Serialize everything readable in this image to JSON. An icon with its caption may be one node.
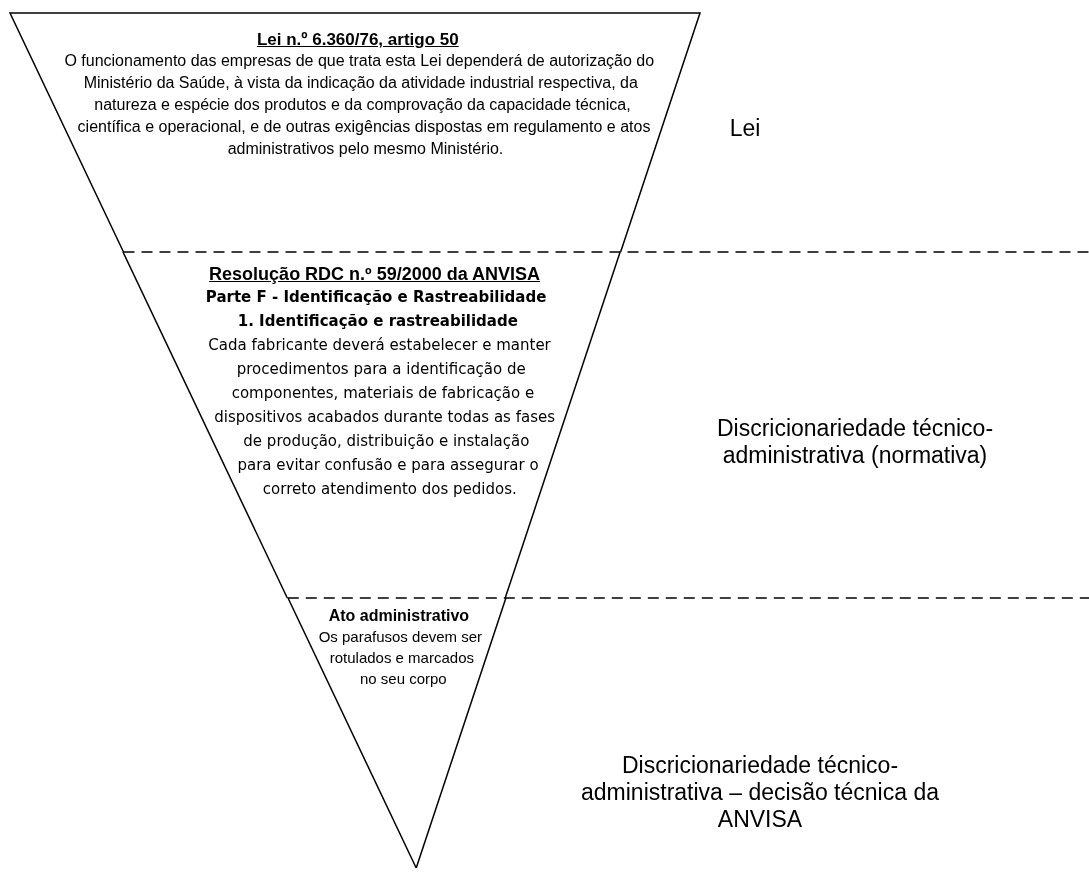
{
  "diagram": {
    "nodes": [
      {
        "text": [
          "Lei n.º 6.360/76, artigo 50",
          "O funcionamento das empresas de que trata esta Lei dependerá de autorização do Ministério da Saúde, à vista da indicação da atividade industrial respectiva, da natureza e espécie dos produtos e da comprovação da capacidade técnica, científica e operacional, e de outras exigências dispostas em regulamento e atos administrativos pelo mesmo Ministério."
        ]
      },
      {
        "text": [
          "Resolução RDC n.º 59/2000 da ANVISA",
          "Parte F - Identificação e Rastreabilidade",
          "1. Identificação e rastreabilidade",
          "Cada fabricante deverá estabelecer e manter procedimentos para a identificação de componentes, materiais de fabricação e dispositivos acabados durante todas as fases de produção, distribuição e instalação para evitar confusão e para assegurar o correto atendimento dos pedidos."
        ]
      },
      {
        "text": [
          "Ato administrativo",
          "Os parafusos devem ser rotulados e marcados no seu corpo"
        ]
      }
    ],
    "labels": [
      "Lei",
      "Discricionariedade técnico- administrativa (normativa)",
      "Discricionariedade técnico- administrativa – decisão técnica da ANVISA"
    ]
  }
}
